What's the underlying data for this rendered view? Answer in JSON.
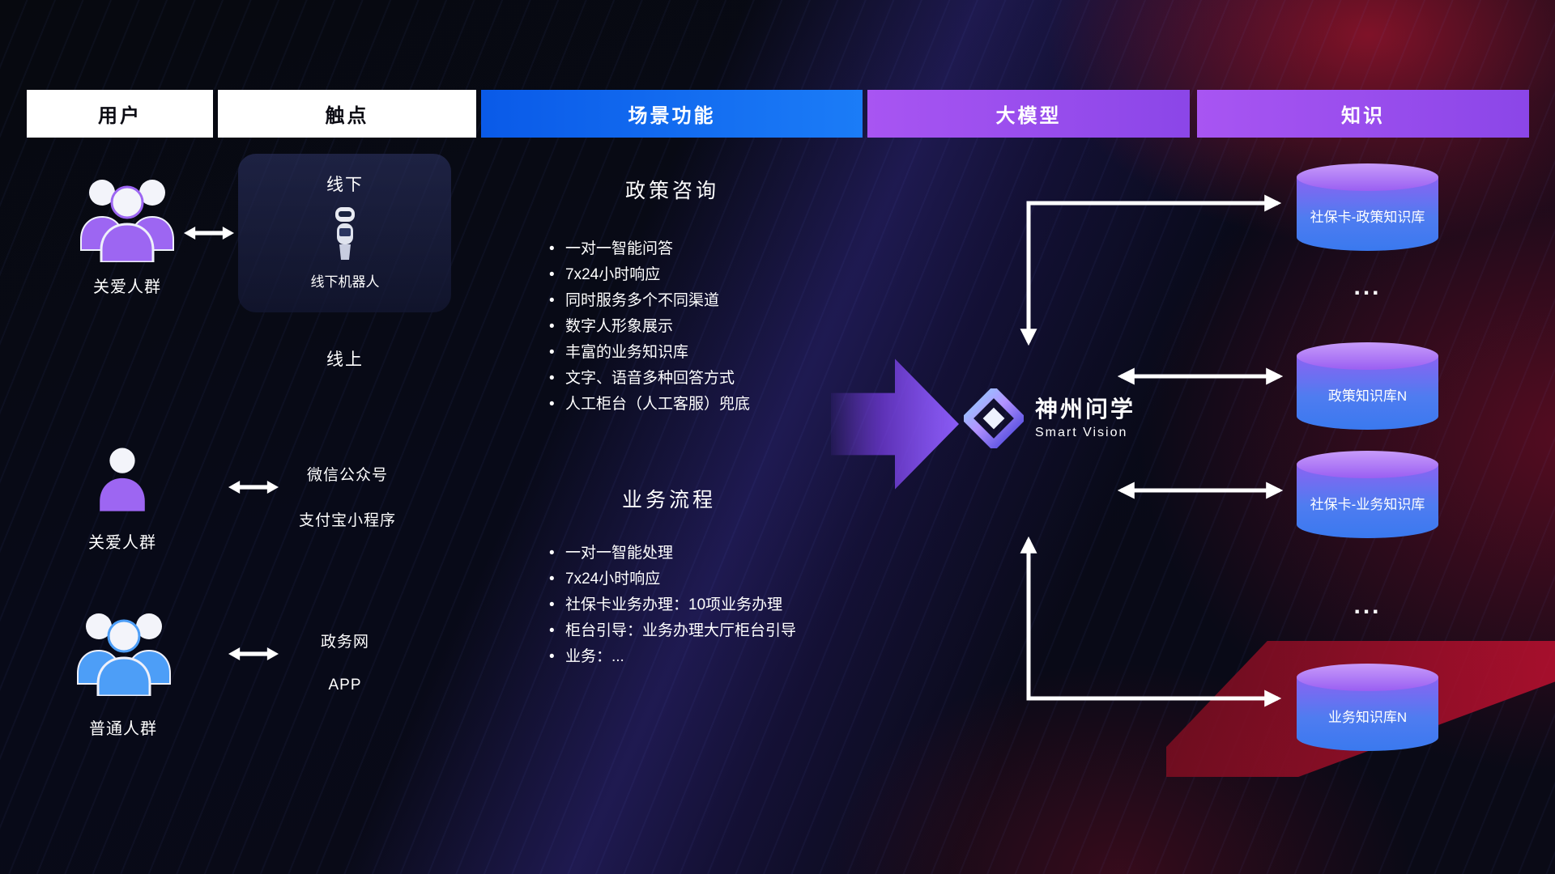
{
  "header": {
    "user": "用户",
    "touchpoint": "触点",
    "scene": "场景功能",
    "model": "大模型",
    "knowledge": "知识"
  },
  "users": [
    {
      "label": "关爱人群"
    },
    {
      "label": "关爱人群"
    },
    {
      "label": "普通人群"
    }
  ],
  "touchpoints": {
    "offline_title": "线下",
    "offline_robot": "线下机器人",
    "online_title": "线上",
    "wechat": "微信公众号",
    "alipay": "支付宝小程序",
    "govweb": "政务网",
    "app": "APP"
  },
  "scenarios": [
    {
      "title": "政策咨询",
      "bullets": [
        "一对一智能问答",
        "7x24小时响应",
        "同时服务多个不同渠道",
        "数字人形象展示",
        "丰富的业务知识库",
        "文字、语音多种回答方式",
        "人工柜台（人工客服）兜底"
      ]
    },
    {
      "title": "业务流程",
      "bullets": [
        "一对一智能处理",
        "7x24小时响应",
        "社保卡业务办理：10项业务办理",
        "柜台引导：业务办理大厅柜台引导",
        "业务：..."
      ]
    }
  ],
  "model": {
    "name": "神州问学",
    "subtitle": "Smart Vision"
  },
  "knowledge": {
    "items": [
      "社保卡-政策知识库",
      "政策知识库N",
      "社保卡-业务知识库",
      "业务知识库N"
    ],
    "ellipsis": "..."
  },
  "colors": {
    "scene_blue": "#0f6bf0",
    "model_purple": "#9a4ef2",
    "accent_purple": "#8b5cf6",
    "cylinder_top": "#b58af8",
    "cylinder_body": "#3f7bf0",
    "ribbon_red": "#c01030"
  }
}
